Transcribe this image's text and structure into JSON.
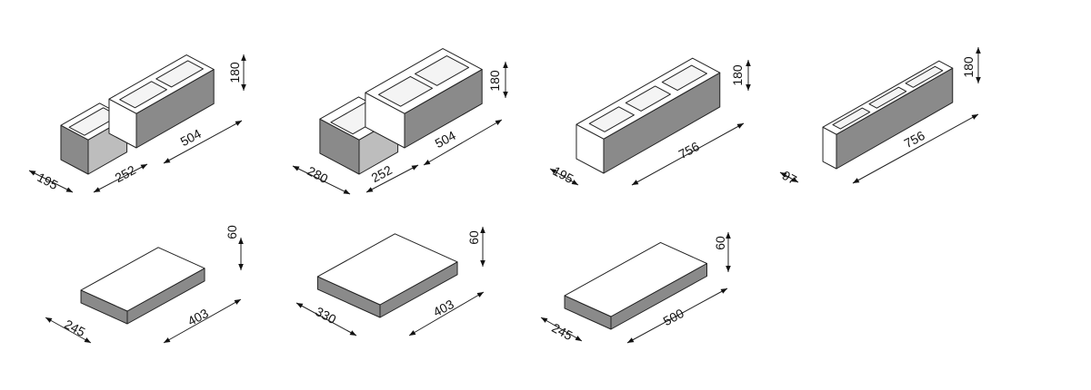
{
  "colors": {
    "dark_face": "#8a8a8a",
    "light_face": "#ffffff",
    "edge": "#222222"
  },
  "blocks": [
    {
      "name": "hollow-block-set-1",
      "dims": {
        "depth": "195",
        "half_length": "252",
        "length": "504",
        "height": "180"
      }
    },
    {
      "name": "hollow-block-set-2",
      "dims": {
        "depth": "280",
        "half_length": "252",
        "length": "504",
        "height": "180"
      }
    },
    {
      "name": "hollow-block-long",
      "dims": {
        "depth": "195",
        "length": "756",
        "height": "180"
      }
    },
    {
      "name": "hollow-block-thin",
      "dims": {
        "depth": "97",
        "length": "756",
        "height": "180"
      }
    }
  ],
  "slabs": [
    {
      "name": "slab-1",
      "dims": {
        "depth": "245",
        "length": "403",
        "height": "60"
      }
    },
    {
      "name": "slab-2",
      "dims": {
        "depth": "330",
        "length": "403",
        "height": "60"
      }
    },
    {
      "name": "slab-3",
      "dims": {
        "depth": "245",
        "length": "500",
        "height": "60"
      }
    }
  ]
}
